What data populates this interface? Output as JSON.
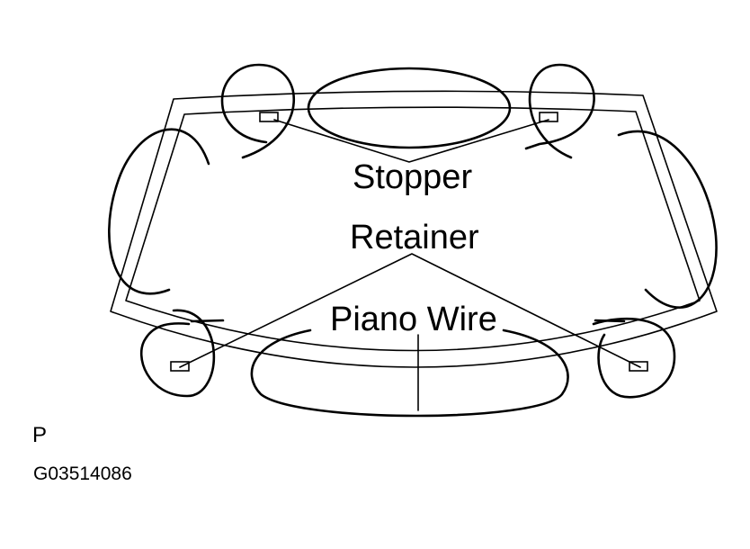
{
  "labels": {
    "stopper": "Stopper",
    "retainer": "Retainer",
    "piano_wire": "Piano Wire"
  },
  "corner_letter": "P",
  "figure_id": "G03514086"
}
